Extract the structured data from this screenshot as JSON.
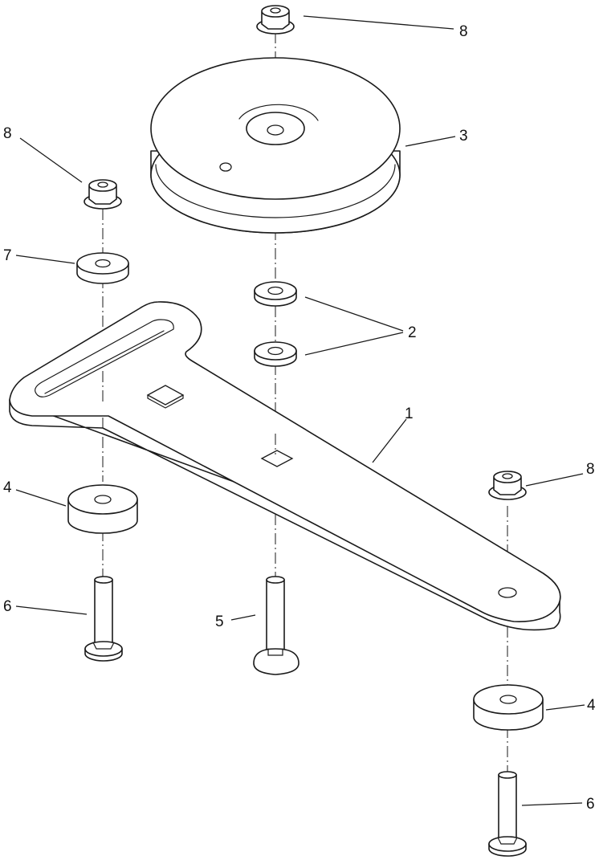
{
  "callouts": {
    "c1": "1",
    "c2": "2",
    "c3": "3",
    "c4a": "4",
    "c4b": "4",
    "c5": "5",
    "c6a": "6",
    "c6b": "6",
    "c7": "7",
    "c8a": "8",
    "c8b": "8",
    "c8c": "8"
  }
}
